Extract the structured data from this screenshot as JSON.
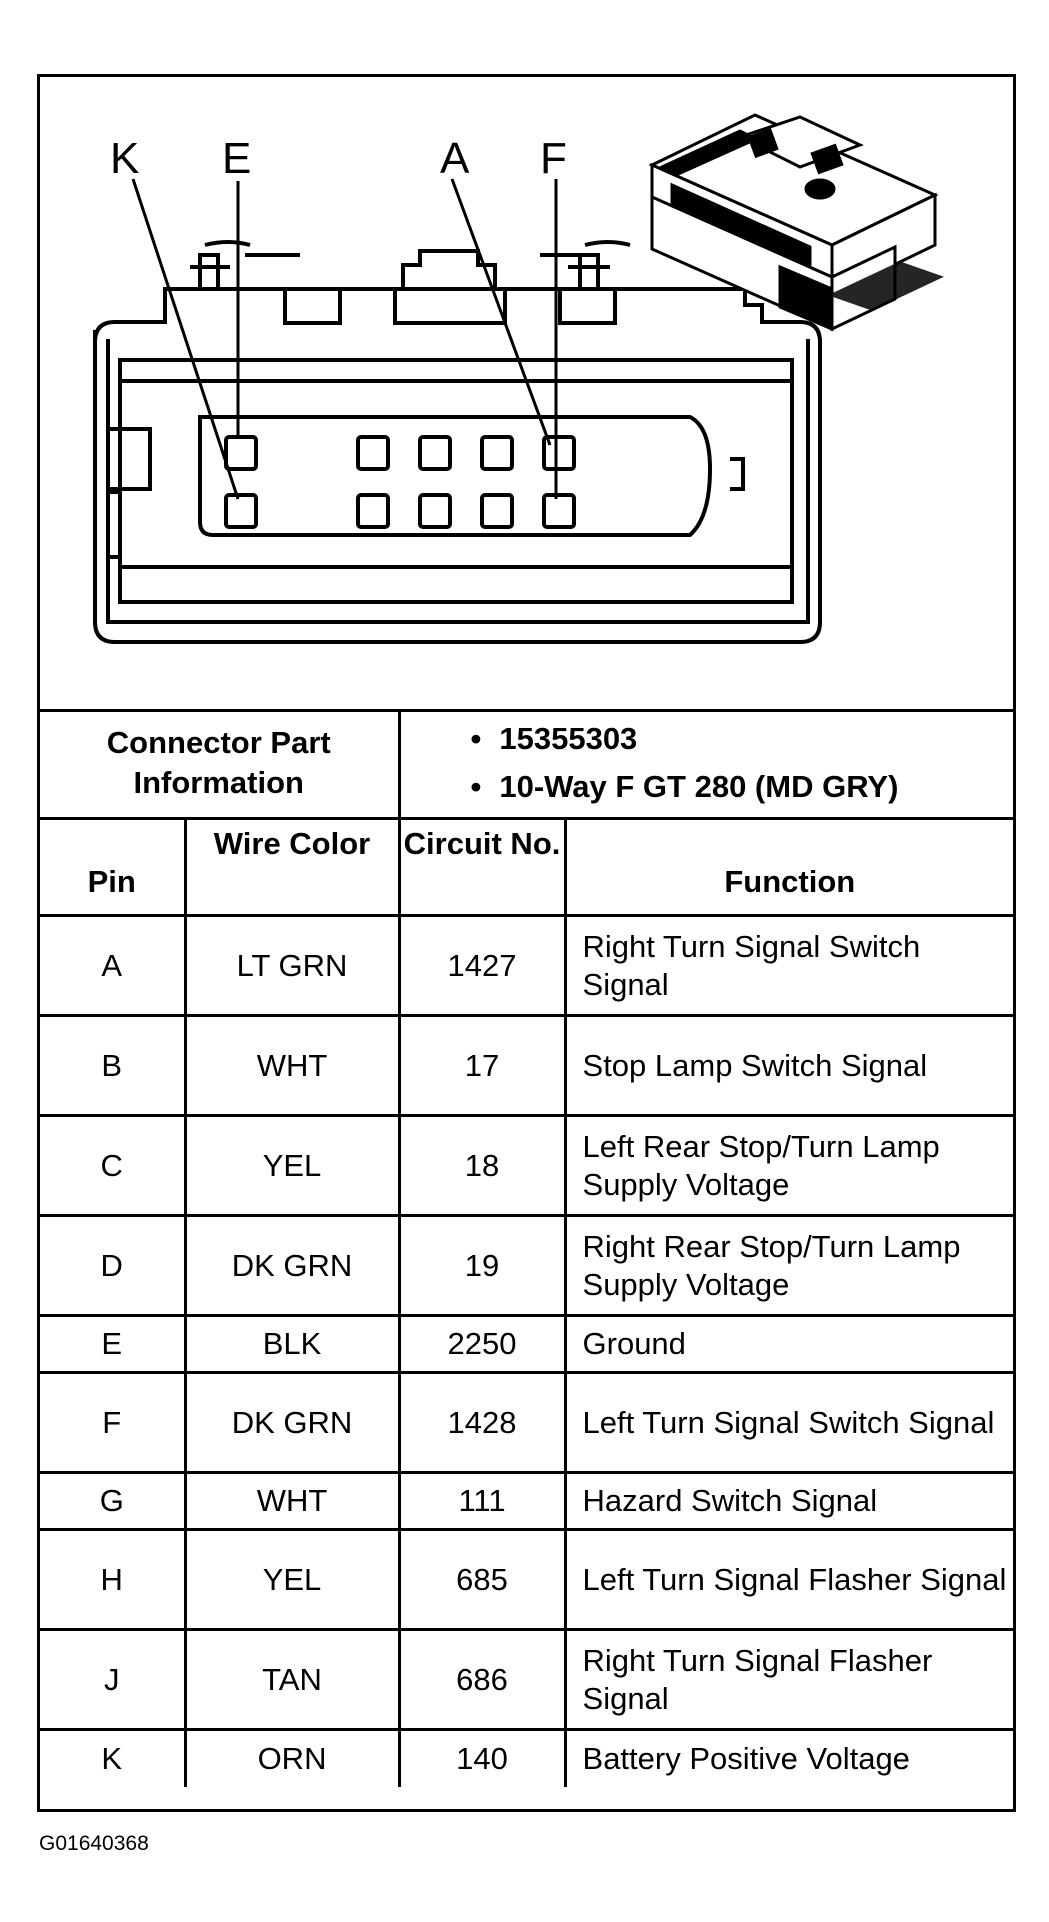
{
  "connector_part_information": {
    "label": "Connector Part Information",
    "items": [
      "15355303",
      "10-Way F GT 280 (MD GRY)"
    ]
  },
  "diagram": {
    "pin_labels": [
      "K",
      "E",
      "A",
      "F"
    ]
  },
  "table": {
    "headers": {
      "pin": "Pin",
      "wire_color": "Wire Color",
      "circuit_no": "Circuit No.",
      "function": "Function"
    },
    "rows": [
      {
        "pin": "A",
        "wire_color": "LT GRN",
        "circuit": "1427",
        "function": "Right Turn Signal Switch Signal"
      },
      {
        "pin": "B",
        "wire_color": "WHT",
        "circuit": "17",
        "function": "Stop Lamp Switch Signal"
      },
      {
        "pin": "C",
        "wire_color": "YEL",
        "circuit": "18",
        "function": "Left Rear Stop/Turn Lamp Supply Voltage"
      },
      {
        "pin": "D",
        "wire_color": "DK GRN",
        "circuit": "19",
        "function": "Right Rear Stop/Turn Lamp Supply Voltage"
      },
      {
        "pin": "E",
        "wire_color": "BLK",
        "circuit": "2250",
        "function": "Ground"
      },
      {
        "pin": "F",
        "wire_color": "DK GRN",
        "circuit": "1428",
        "function": "Left Turn Signal Switch Signal"
      },
      {
        "pin": "G",
        "wire_color": "WHT",
        "circuit": "111",
        "function": "Hazard Switch Signal"
      },
      {
        "pin": "H",
        "wire_color": "YEL",
        "circuit": "685",
        "function": "Left Turn Signal Flasher Signal"
      },
      {
        "pin": "J",
        "wire_color": "TAN",
        "circuit": "686",
        "function": "Right Turn Signal Flasher Signal"
      },
      {
        "pin": "K",
        "wire_color": "ORN",
        "circuit": "140",
        "function": "Battery Positive Voltage"
      }
    ]
  },
  "figure_id": "G01640368"
}
